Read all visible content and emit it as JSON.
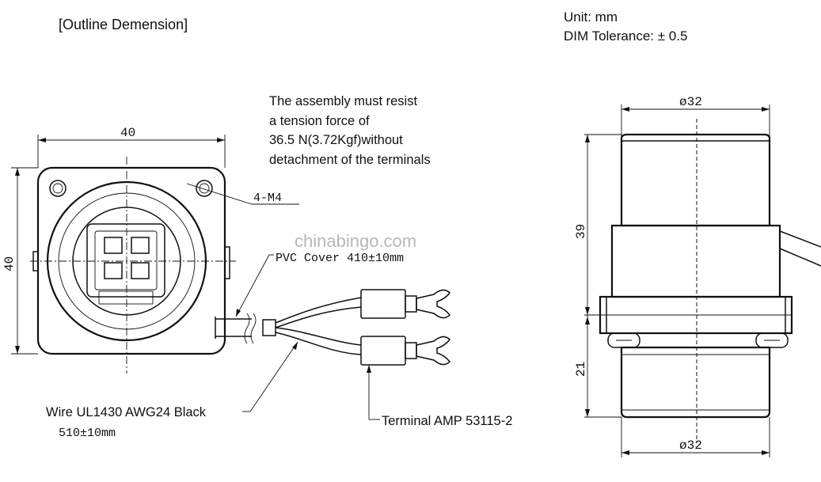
{
  "header": {
    "title": "[Outline Demension]",
    "unit": "Unit:  mm",
    "tolerance": "DIM Tolerance: ± 0.5"
  },
  "note": {
    "lines": [
      "The assembly must resist",
      "a tension force of",
      "36.5 N(3.72Kgf)without",
      "detachment of the terminals"
    ]
  },
  "front_view": {
    "width_dim": "40",
    "height_dim": "40",
    "hole_label": "4-M4"
  },
  "labels": {
    "pvc_cover": "PVC Cover 410±10mm",
    "wire": "Wire UL1430 AWG24 Black",
    "wire_length": "510±10mm",
    "terminal": "Terminal AMP 53115-2"
  },
  "side_view": {
    "top_diameter": "ø32",
    "bottom_diameter": "ø32",
    "upper_height": "39",
    "lower_height": "21"
  },
  "watermark": "chinabingo.com"
}
